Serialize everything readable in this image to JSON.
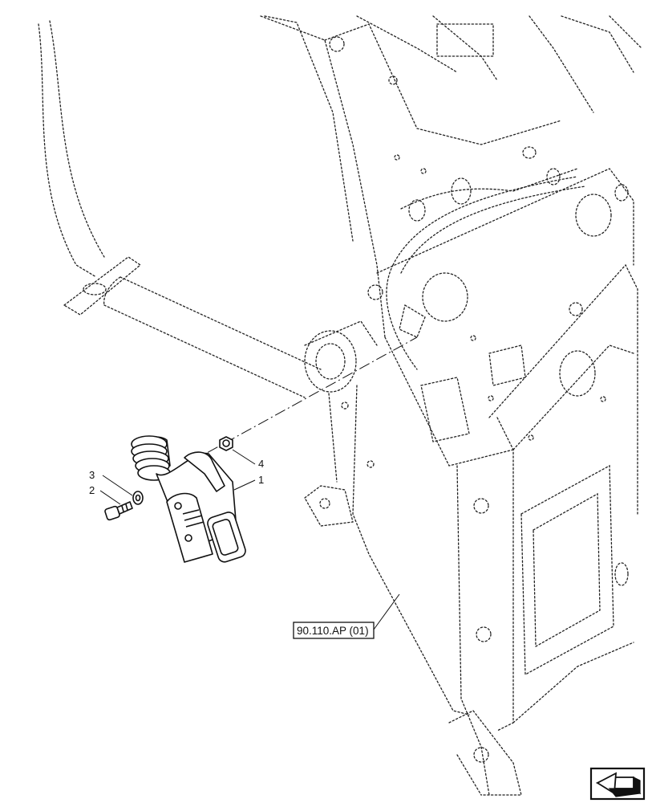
{
  "callouts": [
    {
      "id": "1",
      "label": "1"
    },
    {
      "id": "2",
      "label": "2"
    },
    {
      "id": "3",
      "label": "3"
    },
    {
      "id": "4",
      "label": "4"
    }
  ],
  "reference": {
    "label": "90.110.AP (01)"
  },
  "icons": {
    "navigation": "arrow-pointing-back-icon"
  },
  "colors": {
    "ink": "#111111",
    "background": "#ffffff"
  }
}
